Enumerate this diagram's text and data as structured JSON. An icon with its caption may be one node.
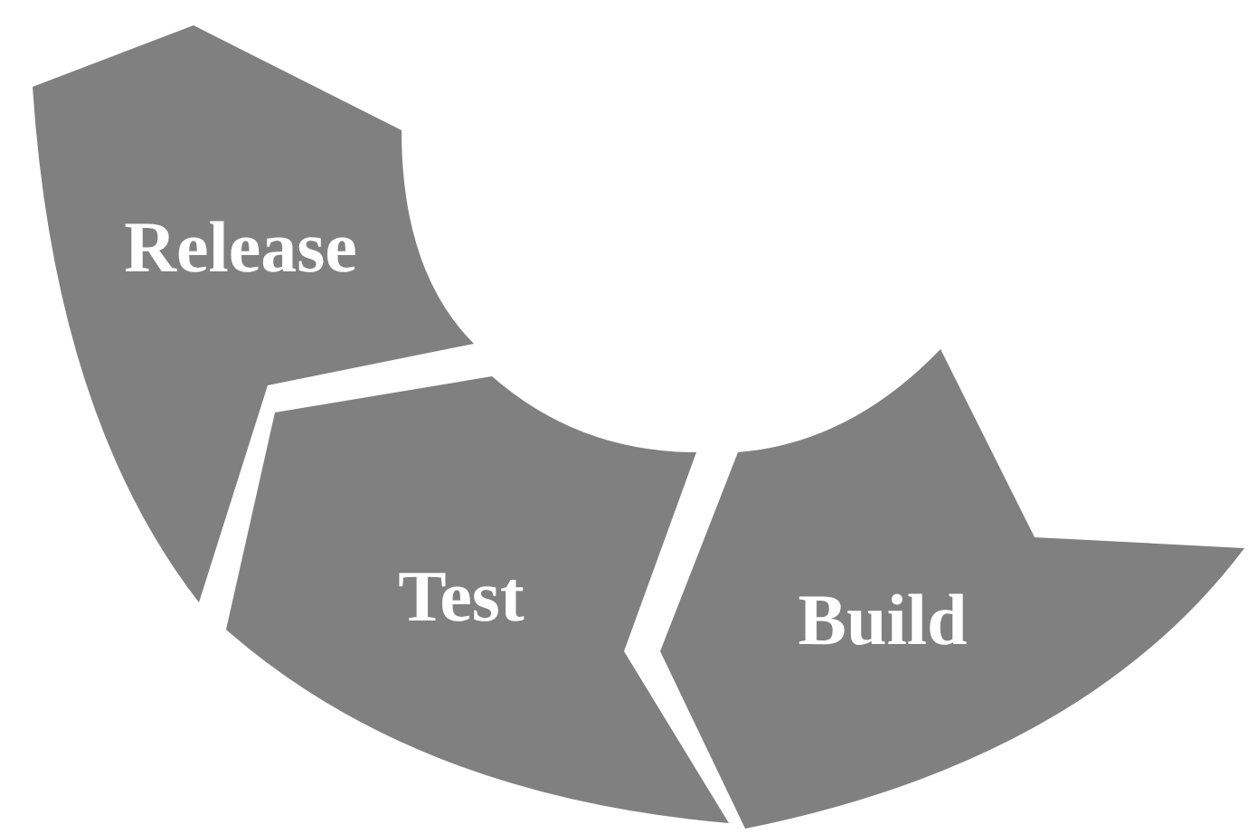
{
  "diagram": {
    "nodes": [
      {
        "text": [
          "Release"
        ]
      },
      {
        "text": [
          "Test"
        ]
      },
      {
        "text": [
          "Build"
        ]
      }
    ]
  }
}
